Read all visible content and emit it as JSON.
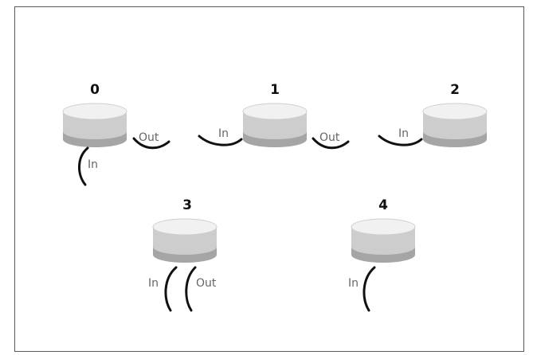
{
  "colors": {
    "can_top": "#f1f1f1",
    "can_body": "#cdcdcd",
    "can_band": "#a5a5a5",
    "cable": "#111111",
    "label": "#666666",
    "border": "#5a5a5a"
  },
  "devices": [
    {
      "id": "0",
      "inputs": [
        "In"
      ],
      "outputs": [
        "Out"
      ]
    },
    {
      "id": "1",
      "inputs": [
        "In"
      ],
      "outputs": [
        "Out"
      ]
    },
    {
      "id": "2",
      "inputs": [
        "In"
      ],
      "outputs": []
    },
    {
      "id": "3",
      "inputs": [
        "In"
      ],
      "outputs": [
        "Out"
      ]
    },
    {
      "id": "4",
      "inputs": [
        "In"
      ],
      "outputs": []
    }
  ]
}
